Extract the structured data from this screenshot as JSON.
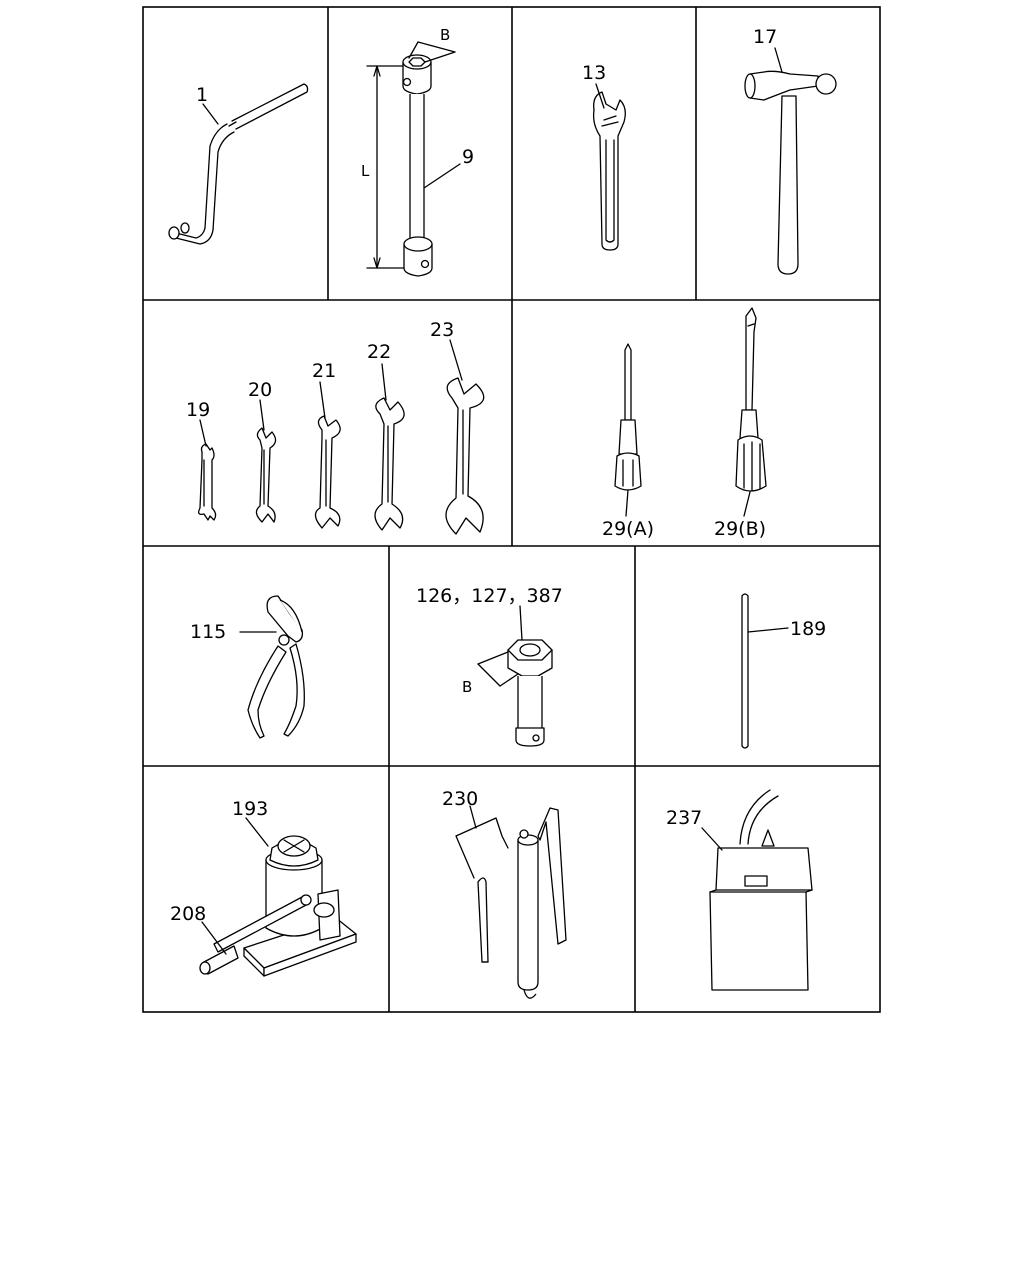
{
  "diagram": {
    "labels": {
      "crank_handle": "1",
      "box_wrench": "9",
      "box_wrench_dim_b": "B",
      "box_wrench_dim_l": "L",
      "adjustable_wrench": "13",
      "hammer": "17",
      "spanner_19": "19",
      "spanner_20": "20",
      "spanner_21": "21",
      "spanner_22": "22",
      "spanner_23": "23",
      "screwdriver_a": "29(A)",
      "screwdriver_b": "29(B)",
      "pliers": "115",
      "socket_tool": "126，127，387",
      "socket_dim_b": "B",
      "rod": "189",
      "jack": "193",
      "jack_handle": "208",
      "grease_gun": "230",
      "tool_bag": "237"
    }
  }
}
